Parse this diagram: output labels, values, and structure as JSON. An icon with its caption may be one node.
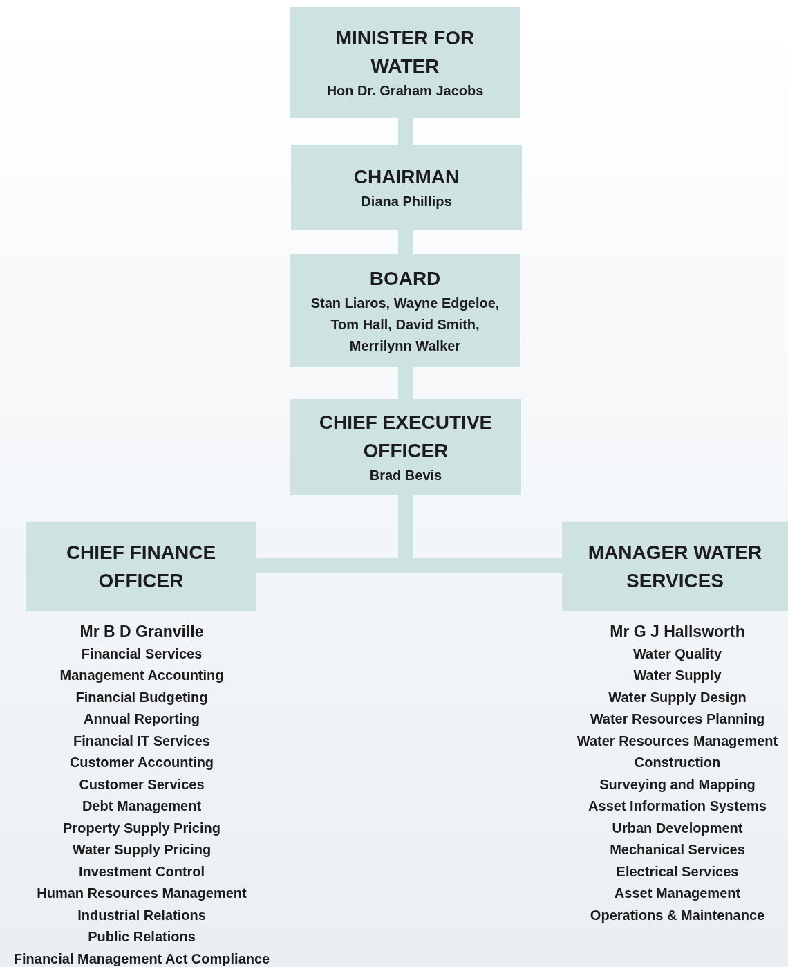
{
  "diagram": {
    "nodes": [
      {
        "text": [
          "MINISTER FOR WATER",
          "Hon Dr. Graham Jacobs"
        ]
      },
      {
        "text": [
          "CHAIRMAN",
          "Diana Phillips"
        ]
      },
      {
        "text": [
          "BOARD",
          "Stan Liaros, Wayne Edgeloe, Tom Hall, David Smith, Merrilynn Walker"
        ]
      },
      {
        "text": [
          "CHIEF EXECUTIVE OFFICER",
          "Brad Bevis"
        ]
      },
      {
        "text": [
          "CHIEF FINANCE OFFICER"
        ],
        "beside": [
          "Mr B D Granville",
          "Financial Services",
          "Management Accounting",
          "Financial Budgeting",
          "Annual Reporting",
          "Financial IT Services",
          "Customer Accounting",
          "Customer Services",
          "Debt Management",
          "Property Supply Pricing",
          "Water Supply Pricing",
          "Investment Control",
          "Human Resources Management",
          "Industrial Relations",
          "Public Relations",
          "Financial Management Act Compliance"
        ]
      },
      {
        "text": [
          "MANAGER WATER SERVICES"
        ],
        "beside": [
          "Mr G J Hallsworth",
          "Water Quality",
          "Water Supply",
          "Water Supply Design",
          "Water Resources Planning",
          "Water Resources Management",
          "Construction",
          "Surveying and Mapping",
          "Asset Information Systems",
          "Urban Development",
          "Mechanical Services",
          "Electrical Services",
          "Asset Management",
          "Operations & Maintenance"
        ]
      }
    ],
    "edges": [
      {
        "from": 0,
        "to": 1,
        "arrow": "none"
      },
      {
        "from": 1,
        "to": 2,
        "arrow": "none"
      },
      {
        "from": 2,
        "to": 3,
        "arrow": "none"
      },
      {
        "from": 3,
        "to": 4,
        "arrow": "none"
      },
      {
        "from": 3,
        "to": 5,
        "arrow": "none"
      }
    ]
  }
}
